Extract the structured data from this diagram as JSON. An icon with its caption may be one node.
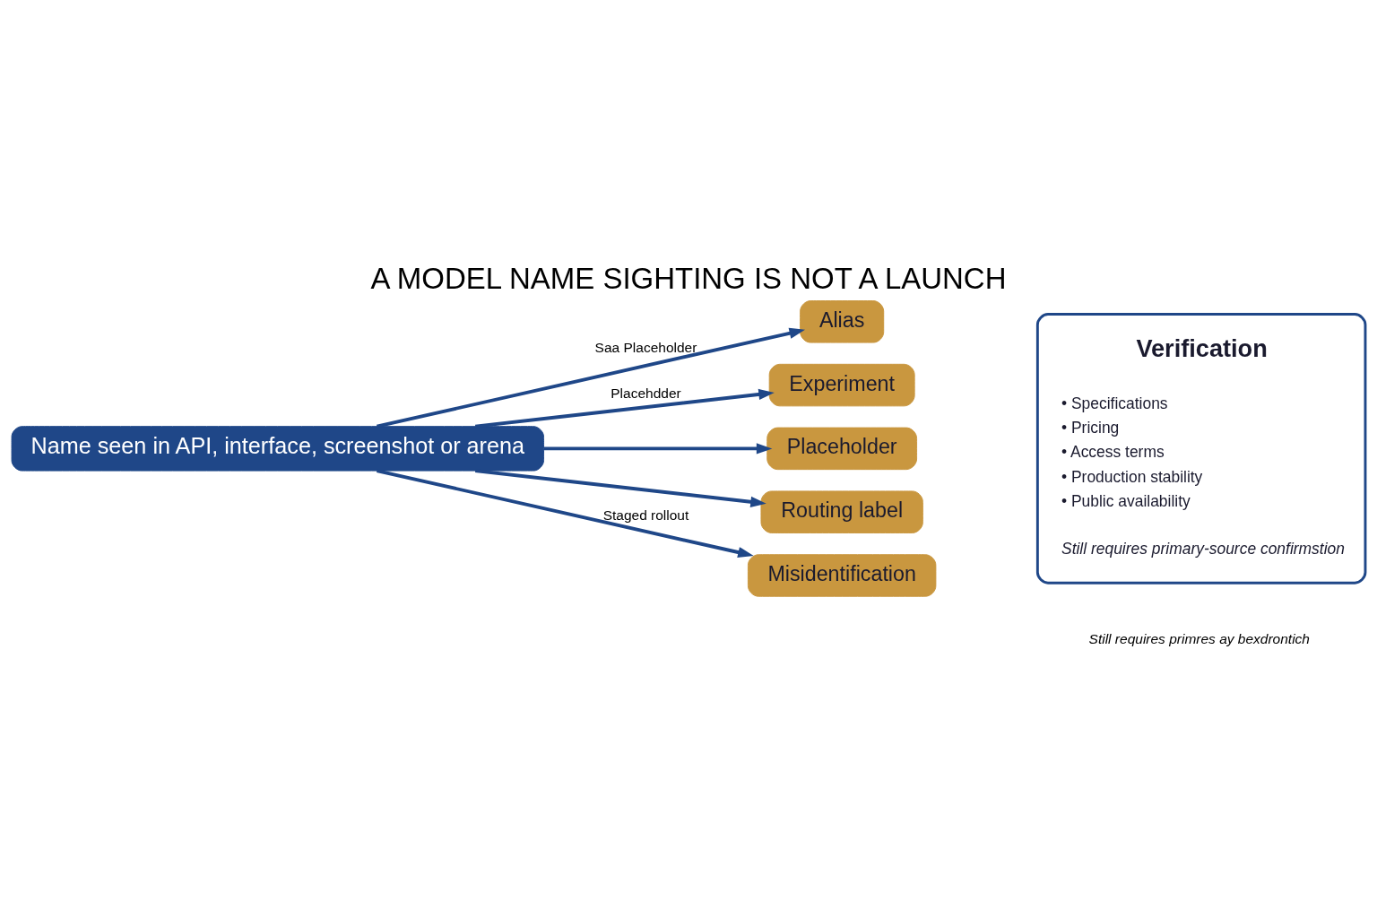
{
  "diagram": {
    "title": "A MODEL NAME SIGHTING IS NOT A LAUNCH",
    "nodes": [
      {
        "text": [
          "Name seen in API, interface, screenshot or arena"
        ]
      },
      {
        "text": [
          "Alias"
        ]
      },
      {
        "text": [
          "Experiment"
        ]
      },
      {
        "text": [
          "Placeholder"
        ]
      },
      {
        "text": [
          "Routing label"
        ]
      },
      {
        "text": [
          "Misidentification"
        ]
      },
      {
        "text": [
          "Verification",
          "• Specifications",
          "• Pricing",
          "• Access terms",
          "• Production stability",
          "• Public availability",
          "Still requires primary-source confirmstion"
        ]
      }
    ],
    "edges": [
      {
        "from": 0,
        "to": 1,
        "arrow": "to",
        "label": "Saa Placeholder"
      },
      {
        "from": 0,
        "to": 2,
        "arrow": "to",
        "label": "Placehdder"
      },
      {
        "from": 0,
        "to": 3,
        "arrow": "to"
      },
      {
        "from": 0,
        "to": 4,
        "arrow": "to"
      },
      {
        "from": 0,
        "to": 5,
        "arrow": "to",
        "label": "Staged rollout"
      }
    ],
    "labels": [
      "Still requires primres ay bexdrontich"
    ]
  }
}
